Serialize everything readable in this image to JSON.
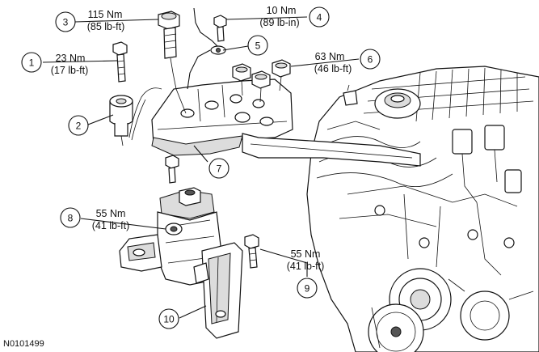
{
  "callouts": [
    {
      "number": "1",
      "torque_nm": "23 Nm",
      "torque_imperial": "(17 lb-ft)"
    },
    {
      "number": "2"
    },
    {
      "number": "3",
      "torque_nm": "115 Nm",
      "torque_imperial": "(85 lb-ft)"
    },
    {
      "number": "4",
      "torque_nm": "10 Nm",
      "torque_imperial": "(89 lb-in)"
    },
    {
      "number": "5"
    },
    {
      "number": "6",
      "torque_nm": "63 Nm",
      "torque_imperial": "(46 lb-ft)"
    },
    {
      "number": "7"
    },
    {
      "number": "8",
      "torque_nm": "55 Nm",
      "torque_imperial": "(41 lb-ft)"
    },
    {
      "number": "9",
      "torque_nm": "55 Nm",
      "torque_imperial": "(41 lb-ft)"
    },
    {
      "number": "10"
    }
  ],
  "figure_code": "N0101499"
}
